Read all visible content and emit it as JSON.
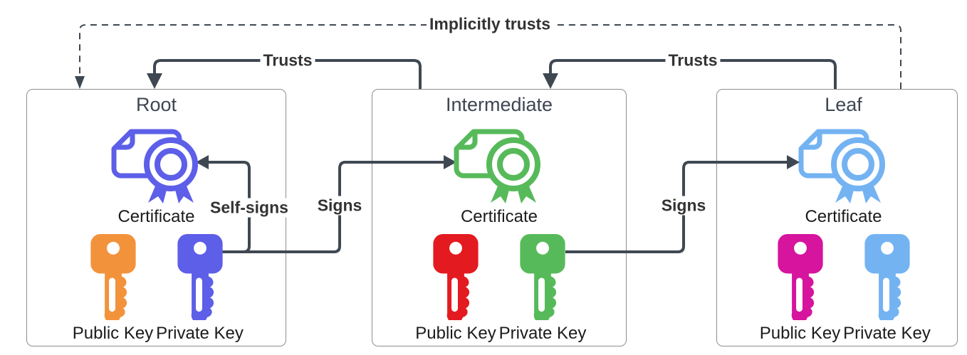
{
  "colors": {
    "connector": "#3F4852",
    "box_border": "#8E8E8E",
    "node_title_text": "#3F4652",
    "label_text": "#1B1B1B"
  },
  "connectors": {
    "implicitly_trusts": {
      "label": "Implicitly trusts"
    },
    "trusts_left": {
      "label": "Trusts"
    },
    "trusts_right": {
      "label": "Trusts"
    },
    "self_signs": {
      "label": "Self-signs"
    },
    "signs_root_to_intermediate": {
      "label": "Signs"
    },
    "signs_intermediate_to_leaf": {
      "label": "Signs"
    }
  },
  "nodes": [
    {
      "title": "Root",
      "certificate_label": "Certificate",
      "public_key_label": "Public Key",
      "private_key_label": "Private Key",
      "certificate_color": "#5D5FE8",
      "public_key_color": "#F2933C",
      "private_key_color": "#5D5FE8"
    },
    {
      "title": "Intermediate",
      "certificate_label": "Certificate",
      "public_key_label": "Public Key",
      "private_key_label": "Private Key",
      "certificate_color": "#57BA5A",
      "public_key_color": "#E31B20",
      "private_key_color": "#57BA5A"
    },
    {
      "title": "Leaf",
      "certificate_label": "Certificate",
      "public_key_label": "Public Key",
      "private_key_label": "Private Key",
      "certificate_color": "#74B3F2",
      "public_key_color": "#D6149E",
      "private_key_color": "#74B3F2"
    }
  ]
}
